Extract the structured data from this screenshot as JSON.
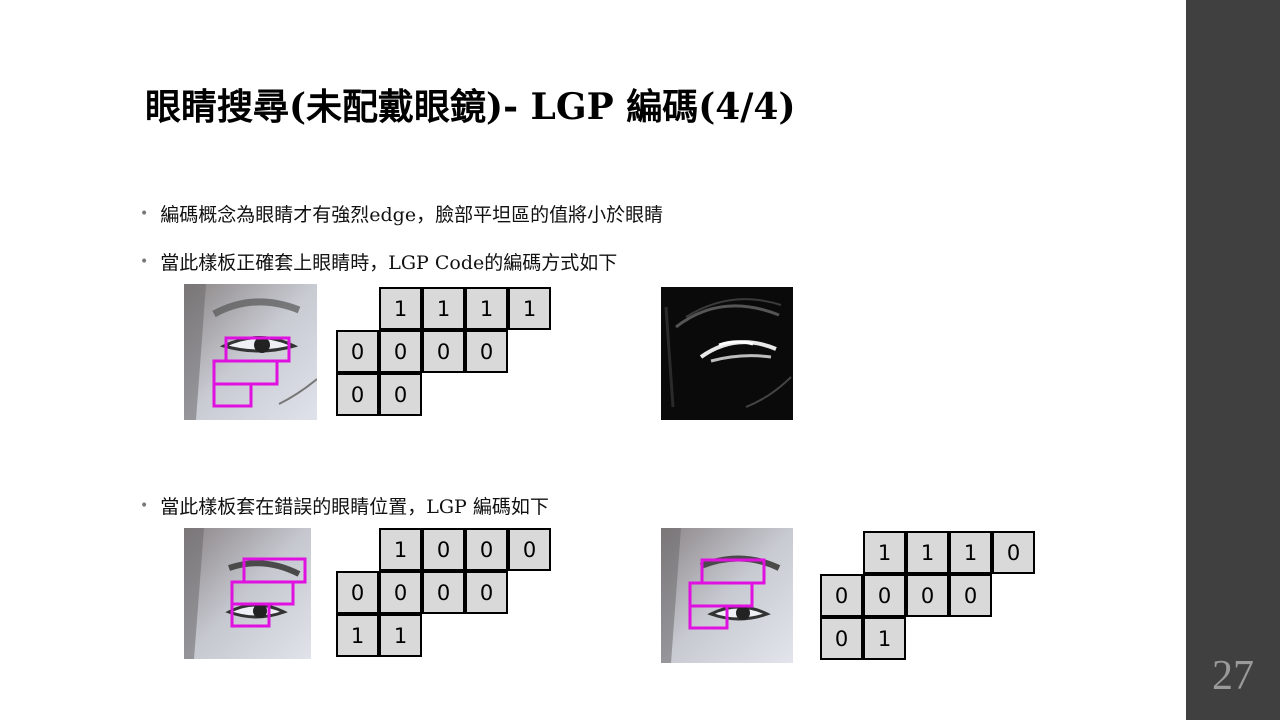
{
  "slide": {
    "title": "眼睛搜尋(未配戴眼鏡)- LGP 編碼(4/4)",
    "page_number": "27"
  },
  "bullets": [
    "編碼概念為眼睛才有強烈edge，臉部平坦區的值將小於眼睛",
    "當此樣板正確套上眼睛時，LGP Code的編碼方式如下",
    "當此樣板套在錯誤的眼睛位置，LGP 編碼如下"
  ],
  "grids": [
    {
      "row1": [
        "1",
        "1",
        "1",
        "1"
      ],
      "row2": [
        "0",
        "0",
        "0",
        "0"
      ],
      "row3": [
        "0",
        "0"
      ]
    },
    {
      "row1": [
        "1",
        "0",
        "0",
        "0"
      ],
      "row2": [
        "0",
        "0",
        "0",
        "0"
      ],
      "row3": [
        "1",
        "1"
      ]
    },
    {
      "row1": [
        "1",
        "1",
        "1",
        "0"
      ],
      "row2": [
        "0",
        "0",
        "0",
        "0"
      ],
      "row3": [
        "0",
        "1"
      ]
    }
  ],
  "colors": {
    "sidebar": "#404040",
    "template_box": "#e010e0",
    "cell_fill": "#d9d9d9"
  }
}
